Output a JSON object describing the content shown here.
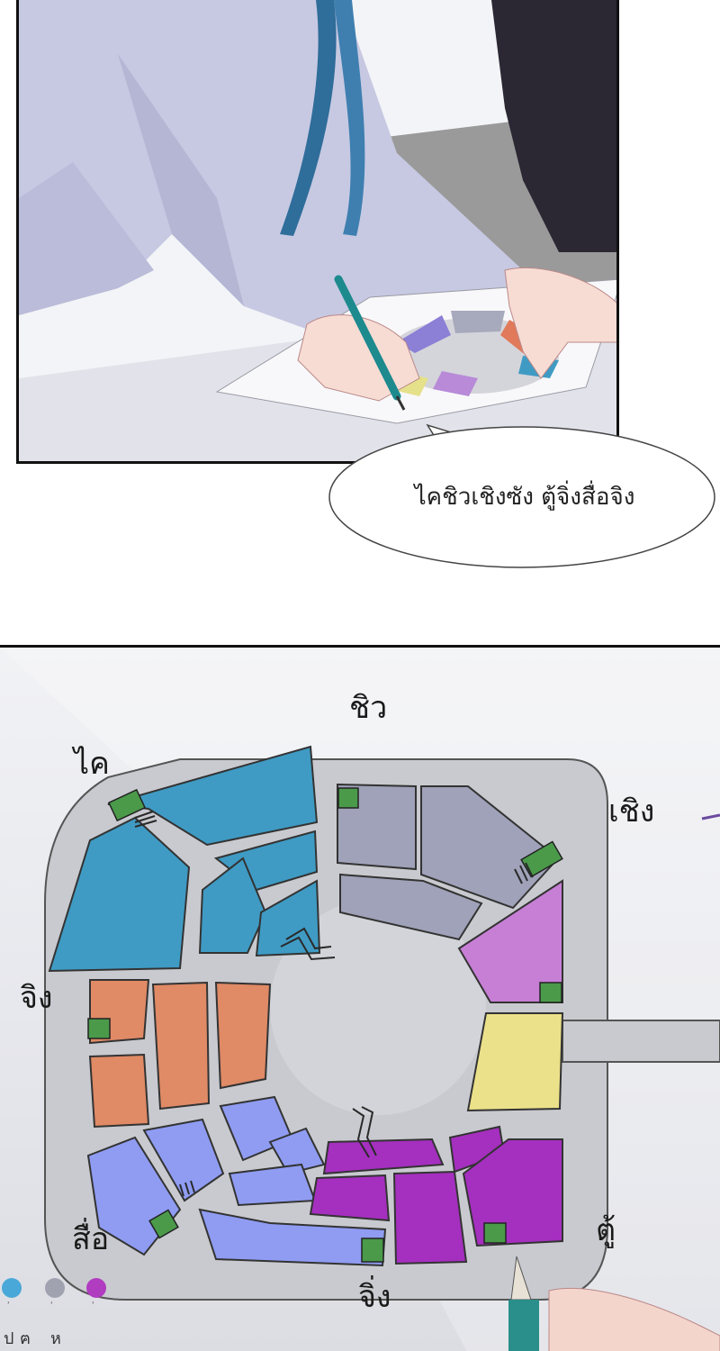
{
  "speech_bubble": {
    "text": "ไคชิวเชิงซัง ตู้จิ่งสื่อจิง"
  },
  "map": {
    "labels": {
      "top": "ชิว",
      "top_left": "ไค",
      "top_right": "เชิง",
      "left": "จิง",
      "bottom_left": "สื่อ",
      "bottom": "จิ่ง",
      "bottom_right": "ตู้"
    },
    "colors": {
      "blue": "#3f9bc4",
      "gray": "#9fa2b8",
      "lilac": "#c77fd6",
      "yellow": "#ebe18a",
      "orange": "#e08a66",
      "periwinkle": "#8f9cf2",
      "magenta": "#a52fbf",
      "road": "#c9cacf",
      "stairs": "#4a9a4a"
    }
  },
  "legend": {
    "dots": [
      {
        "color": "#4aa8d8",
        "mark": "ʾ"
      },
      {
        "color": "#a0a2b0",
        "mark": "ʾ"
      },
      {
        "color": "#b03cc0",
        "mark": "ʾ"
      }
    ],
    "glyphs": [
      "ป",
      "ฅ",
      "ห"
    ]
  }
}
